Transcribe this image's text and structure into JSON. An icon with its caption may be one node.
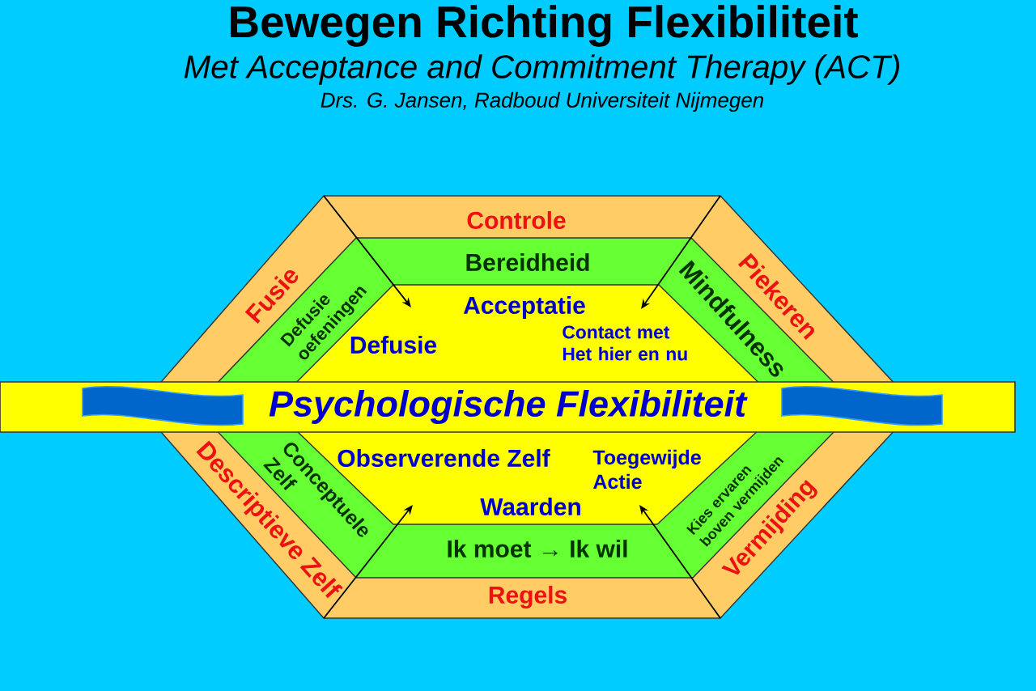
{
  "diagram": {
    "title": "Bewegen Richting Flexibiliteit",
    "nodes": [
      {
        "text": [
          "Controle",
          "Fusie",
          "Piekeren",
          "Descriptieve Zelf",
          "Vermijding",
          "Regels"
        ]
      },
      {
        "text": [
          "Bereidheid",
          "Defusie oefeningen",
          "Mindfulness",
          "Conceptuele Zelf",
          "Kies ervaren boven vermijden",
          "Ik moet → Ik wil"
        ],
        "in": 0
      },
      {
        "text": [
          "Acceptatie",
          "Defusie",
          "Contact met Het hier en nu",
          "Observerende Zelf",
          "Toegewijde Actie",
          "Waarden"
        ],
        "in": 1
      },
      {
        "text": [
          "Psychologische Flexibiliteit"
        ]
      }
    ],
    "edges": [
      {
        "from": 0,
        "to": 2,
        "arrow": "to"
      },
      {
        "from": 0,
        "to": 2,
        "arrow": "to"
      },
      {
        "from": 0,
        "to": 2,
        "arrow": "to"
      },
      {
        "from": 0,
        "to": 2,
        "arrow": "to"
      }
    ],
    "labels": [
      "Met Acceptance and Commitment Therapy (ACT)",
      "Drs. G. Jansen, Radboud Universiteit Nijmegen"
    ]
  }
}
